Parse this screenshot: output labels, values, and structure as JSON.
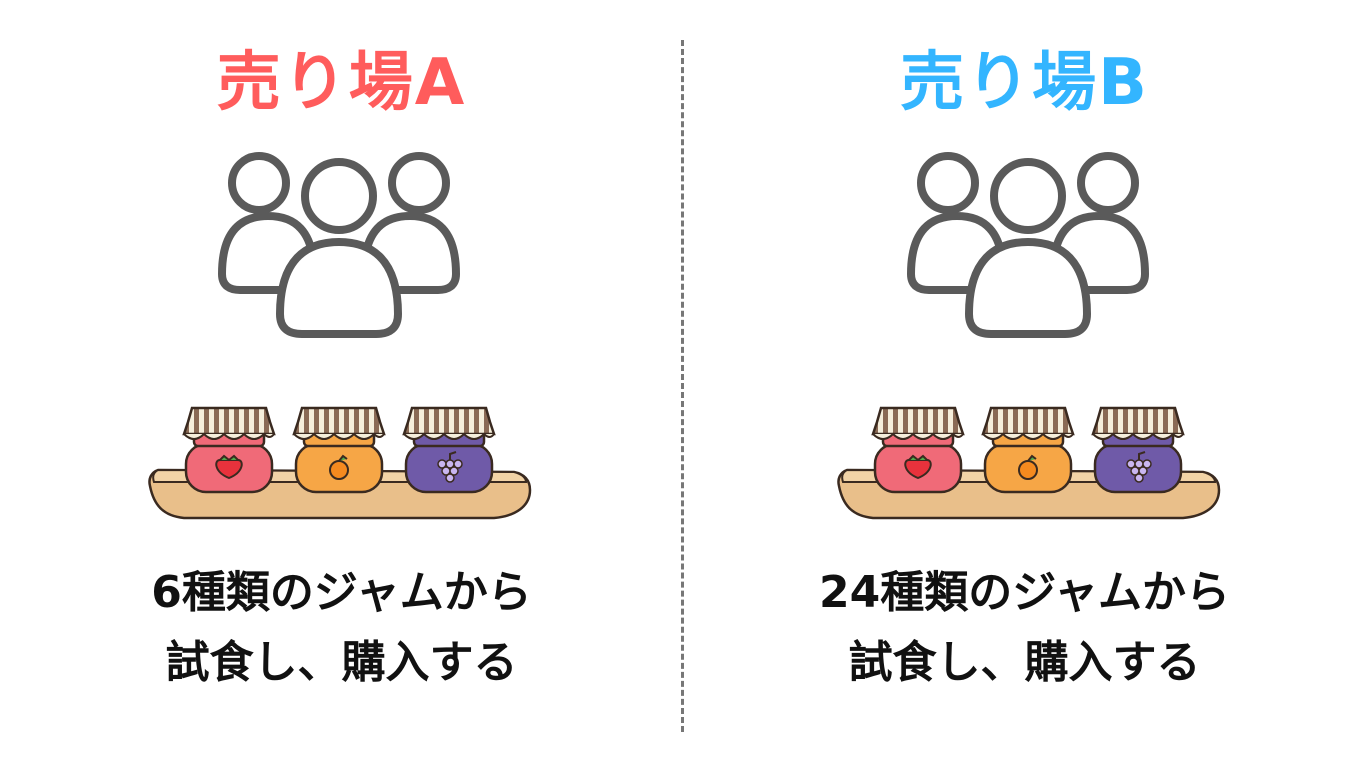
{
  "colors": {
    "left_title": "#FF5C5C",
    "right_title": "#33B5FF",
    "icon_stroke": "#5A5A5A",
    "strawberry_jar": "#F06A78",
    "orange_jar": "#F6A646",
    "grape_jar": "#6F5AA8",
    "tray": "#E9BF8A"
  },
  "left": {
    "title": "売り場A",
    "icon": "people-group-icon",
    "image": "jam-jars-tray",
    "caption_line1": "6種類のジャムから",
    "caption_line2": "試食し、購入する"
  },
  "right": {
    "title": "売り場B",
    "icon": "people-group-icon",
    "image": "jam-jars-tray",
    "caption_line1": "24種類のジャムから",
    "caption_line2": "試食し、購入する"
  }
}
